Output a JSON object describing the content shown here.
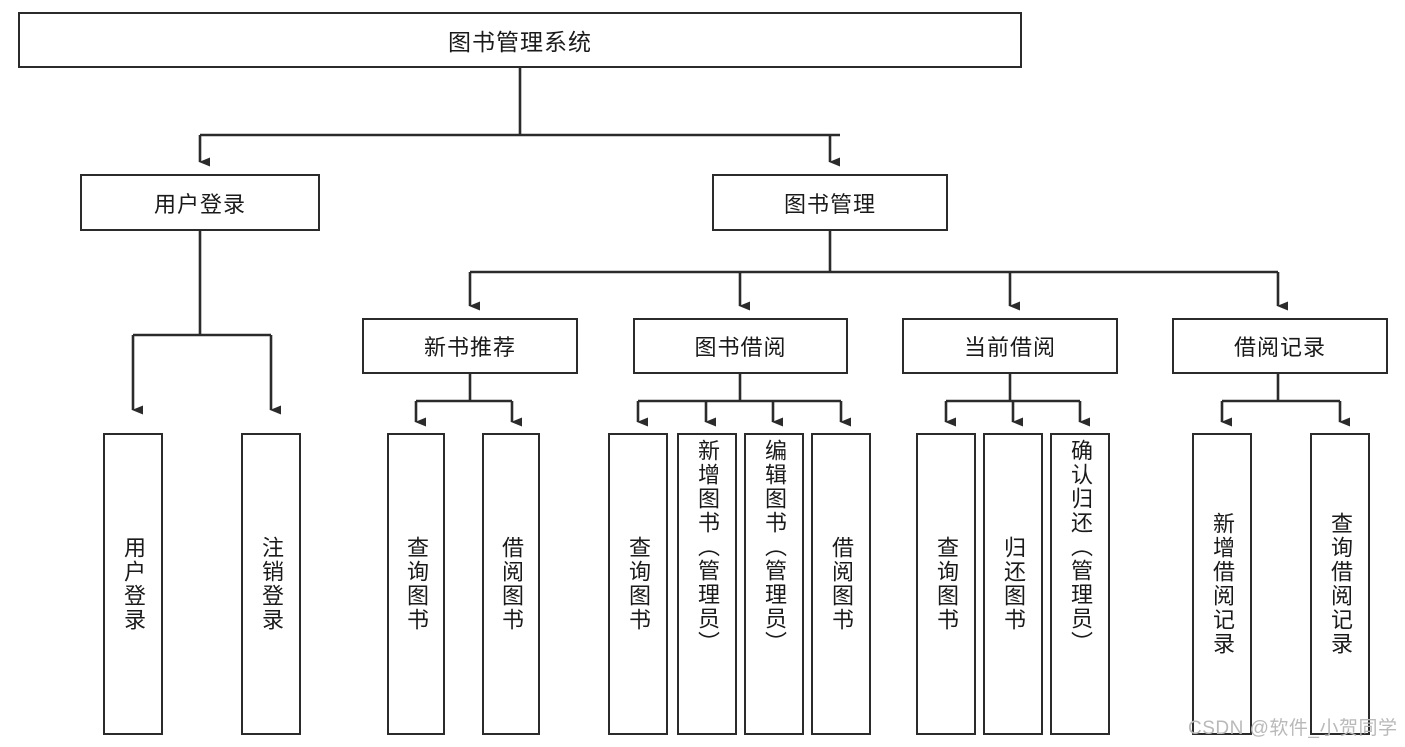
{
  "diagram": {
    "type": "hierarchy-tree",
    "title_node": {
      "label": "图书管理系统"
    },
    "level2": [
      {
        "id": "user-login",
        "label": "用户登录"
      },
      {
        "id": "book-management",
        "label": "图书管理"
      }
    ],
    "level3": [
      {
        "id": "new-book-recommend",
        "label": "新书推荐"
      },
      {
        "id": "book-borrow",
        "label": "图书借阅"
      },
      {
        "id": "current-borrow",
        "label": "当前借阅"
      },
      {
        "id": "borrow-record",
        "label": "借阅记录"
      }
    ],
    "leaves": {
      "user_login": [
        {
          "id": "leaf-user-login",
          "label": "用户登录"
        },
        {
          "id": "leaf-logout-login",
          "label": "注销登录"
        }
      ],
      "new_book_recommend": [
        {
          "id": "leaf-query-book-1",
          "label": "查询图书"
        },
        {
          "id": "leaf-borrow-book-1",
          "label": "借阅图书"
        }
      ],
      "book_borrow": [
        {
          "id": "leaf-query-book-2",
          "label": "查询图书"
        },
        {
          "id": "leaf-add-book",
          "label": "新增图书（管理员）"
        },
        {
          "id": "leaf-edit-book",
          "label": "编辑图书（管理员）"
        },
        {
          "id": "leaf-borrow-book-2",
          "label": "借阅图书"
        }
      ],
      "current_borrow": [
        {
          "id": "leaf-query-book-3",
          "label": "查询图书"
        },
        {
          "id": "leaf-return-book",
          "label": "归还图书"
        },
        {
          "id": "leaf-confirm-return",
          "label": "确认归还（管理员）"
        }
      ],
      "borrow_record": [
        {
          "id": "leaf-add-borrow-record",
          "label": "新增借阅记录"
        },
        {
          "id": "leaf-query-borrow-record",
          "label": "查询借阅记录"
        }
      ]
    }
  },
  "watermark": {
    "text": "CSDN @软件_小贺同学"
  },
  "colors": {
    "stroke": "#2b2b2b",
    "background": "#ffffff",
    "text": "#1a1a1a",
    "watermark": "#b9b9b9"
  }
}
